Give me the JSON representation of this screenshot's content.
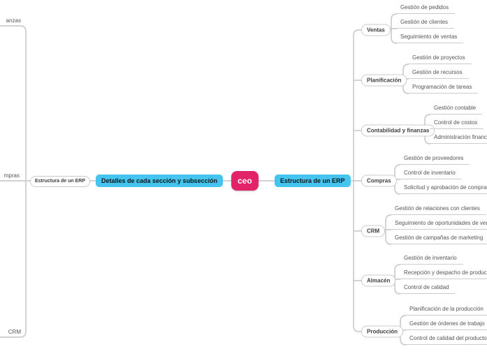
{
  "app": {
    "background": "#ffffff",
    "line_color": "#cccccc",
    "accent_color": "#45c4f0",
    "root_color": "#e22367"
  },
  "root": {
    "label": "ceo"
  },
  "left_branch": {
    "topic": "Detalles de cada sección y subsección",
    "subtopic": "Estructura de un ERP",
    "clipped_nodes": [
      "anzas",
      "mpras",
      "CRM"
    ]
  },
  "right_branch": {
    "topic": "Estructura de un ERP",
    "groups": [
      {
        "label": "Ventas",
        "children": [
          "Gestión de pedidos",
          "Gestión de clientes",
          "Seguimiento de ventas"
        ]
      },
      {
        "label": "Planificación",
        "children": [
          "Gestión de proyectos",
          "Gestión de recursos",
          "Programación de tareas"
        ]
      },
      {
        "label": "Contabilidad y finanzas",
        "children": [
          "Gestión contable",
          "Control de costos",
          "Administración financiera"
        ]
      },
      {
        "label": "Compras",
        "children": [
          "Gestión de proveedores",
          "Control de inventario",
          "Solicitud y aprobación de compras"
        ]
      },
      {
        "label": "CRM",
        "children": [
          "Gestión de relaciones con clientes",
          "Seguimiento de oportunidades de venta",
          "Gestión de campañas de marketing"
        ]
      },
      {
        "label": "Almacén",
        "children": [
          "Gestión de inventario",
          "Recepción y despacho de productos",
          "Control de calidad"
        ]
      },
      {
        "label": "Producción",
        "children": [
          "Planificación de la producción",
          "Gestión de órdenes de trabajo",
          "Control de calidad del producto final"
        ]
      }
    ]
  }
}
